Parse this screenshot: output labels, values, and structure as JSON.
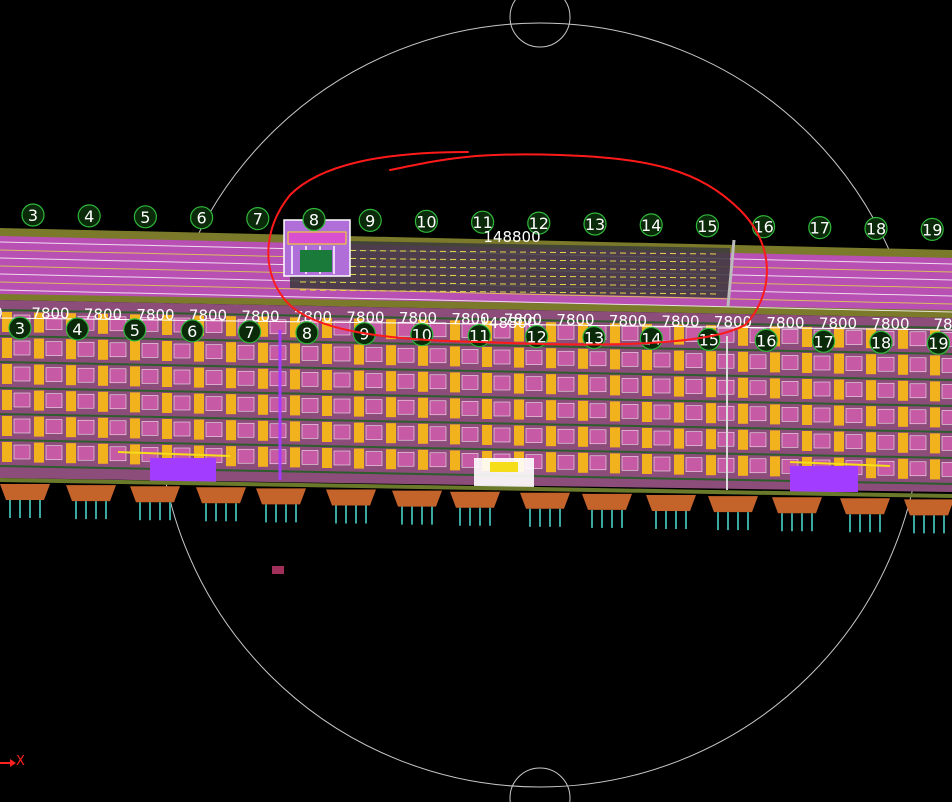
{
  "app": {
    "view": "3D model viewport",
    "background": "#000000"
  },
  "colors": {
    "background": "#000000",
    "orbit_circle": "#c8c8c8",
    "axis_bubble_stroke": "#2fb83a",
    "axis_bubble_fill": "#0a2a0a",
    "dimension_text": "#ffffff",
    "roof_band": "#7a7a2a",
    "roof_surface": "#b84fb3",
    "roof_pipe": "#e6d64a",
    "facade_column": "#f2b21e",
    "facade_window": "#c65aa5",
    "facade_floor_line": "#2d5c2d",
    "facade_structure": "#a23cff",
    "foundation_cap": "#c4642b",
    "pile": "#3aa7a0",
    "highlight_box": "#ffffff",
    "annotation": "#ff1a1a",
    "axis_indicator": "#ff2020"
  },
  "axis_indicator": {
    "label": "X",
    "icon": "arrow-right-icon"
  },
  "back_axis_row": {
    "labels": [
      "3",
      "4",
      "5",
      "6",
      "7",
      "8",
      "9",
      "10",
      "11",
      "12",
      "13",
      "14",
      "15",
      "16",
      "17",
      "18",
      "19"
    ],
    "overall_dimension": "148800"
  },
  "front_axis_row": {
    "labels": [
      "3",
      "4",
      "5",
      "6",
      "7",
      "8",
      "9",
      "10",
      "11",
      "12",
      "13",
      "14",
      "15",
      "16",
      "17",
      "18",
      "19"
    ],
    "overall_dimension": "148800"
  },
  "dimension_row": {
    "values": [
      "0",
      "7800",
      "7800",
      "7800",
      "7800",
      "7800",
      "7800",
      "7800",
      "7800",
      "7800",
      "7800",
      "7800",
      "7800",
      "7800",
      "7800",
      "7800",
      "7800",
      "7800",
      "78"
    ]
  },
  "annotation": {
    "shape": "freehand-ellipse",
    "color": "#ff1a1a"
  }
}
